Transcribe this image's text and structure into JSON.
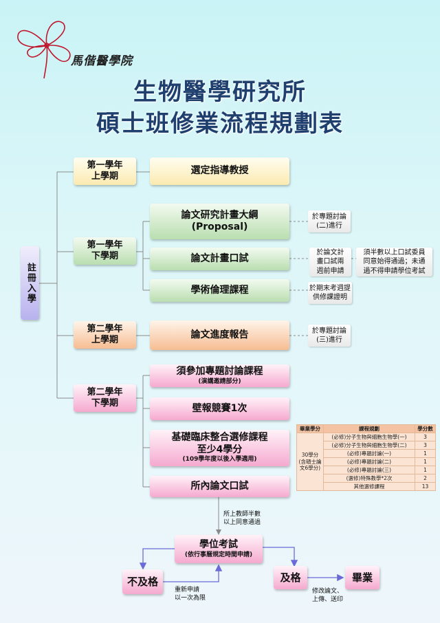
{
  "header": {
    "logo_text": "馬偕醫學院",
    "title_line1": "生物醫學研究所",
    "title_line2": "碩士班修業流程規劃表"
  },
  "entry": {
    "label": "註冊入學"
  },
  "terms": [
    {
      "line1": "第一學年",
      "line2": "上學期"
    },
    {
      "line1": "第一學年",
      "line2": "下學期"
    },
    {
      "line1": "第二學年",
      "line2": "上學期"
    },
    {
      "line1": "第二學年",
      "line2": "下學期"
    }
  ],
  "steps": {
    "advisor": "選定指導教授",
    "proposal_line1": "論文研究計畫大綱",
    "proposal_line2": "(Proposal)",
    "proposal_exam": "論文計畫口試",
    "ethics": "學術倫理課程",
    "progress": "論文進度報告",
    "seminar": "須參加專題討論課程",
    "seminar_sub": "(演講邀請部分)",
    "poster": "壁報競賽1次",
    "clinical_line1": "基礎臨床整合選修課程",
    "clinical_line2": "至少4學分",
    "clinical_sub": "(109學年度以後入學適用)",
    "oral_exam": "所內論文口試",
    "degree_exam": "學位考試",
    "degree_exam_sub": "(依行事曆規定時間申請)",
    "fail": "不及格",
    "pass": "及格",
    "graduate": "畢業"
  },
  "notes": {
    "proposal": [
      "於專題討論",
      "(二)進行"
    ],
    "proposal_exam": [
      "於論文計",
      "畫口試兩",
      "週前申請"
    ],
    "committee": [
      "須半數以上口試委員",
      "同意始得通過；未通",
      "過不得申請學位考試"
    ],
    "ethics": [
      "於期末考週提",
      "供修課證明"
    ],
    "progress": [
      "於專題討論",
      "(三)進行"
    ],
    "faculty": [
      "所上教師半數",
      "以上同意通過"
    ],
    "retake": [
      "重新申請",
      "以一次為限"
    ],
    "revise": [
      "修改論文、",
      "上傳、送印"
    ]
  },
  "credit_table": {
    "headers": [
      "畢業學分",
      "課程規劃",
      "學分數"
    ],
    "total_lines": [
      "30學分",
      "(含碩士論",
      "文6學分)"
    ],
    "rows": [
      {
        "course": "(必修)分子生物與細胞生物學(一)",
        "credits": "3"
      },
      {
        "course": "(必修)分子生物與細胞生物學(二)",
        "credits": "3"
      },
      {
        "course": "(必修)專題討論(一)",
        "credits": "1"
      },
      {
        "course": "(必修)專題討論(二)",
        "credits": "1"
      },
      {
        "course": "(必修)專題討論(三)",
        "credits": "1"
      },
      {
        "course": "(選修)特殊教學*2次",
        "credits": "2"
      },
      {
        "course": "其他選修課程",
        "credits": "13"
      }
    ]
  },
  "colors": {
    "title": "#1f3f6e",
    "line": "#8a8a8a",
    "arrow": "#6a6ad8",
    "logo": "#c0162c"
  }
}
